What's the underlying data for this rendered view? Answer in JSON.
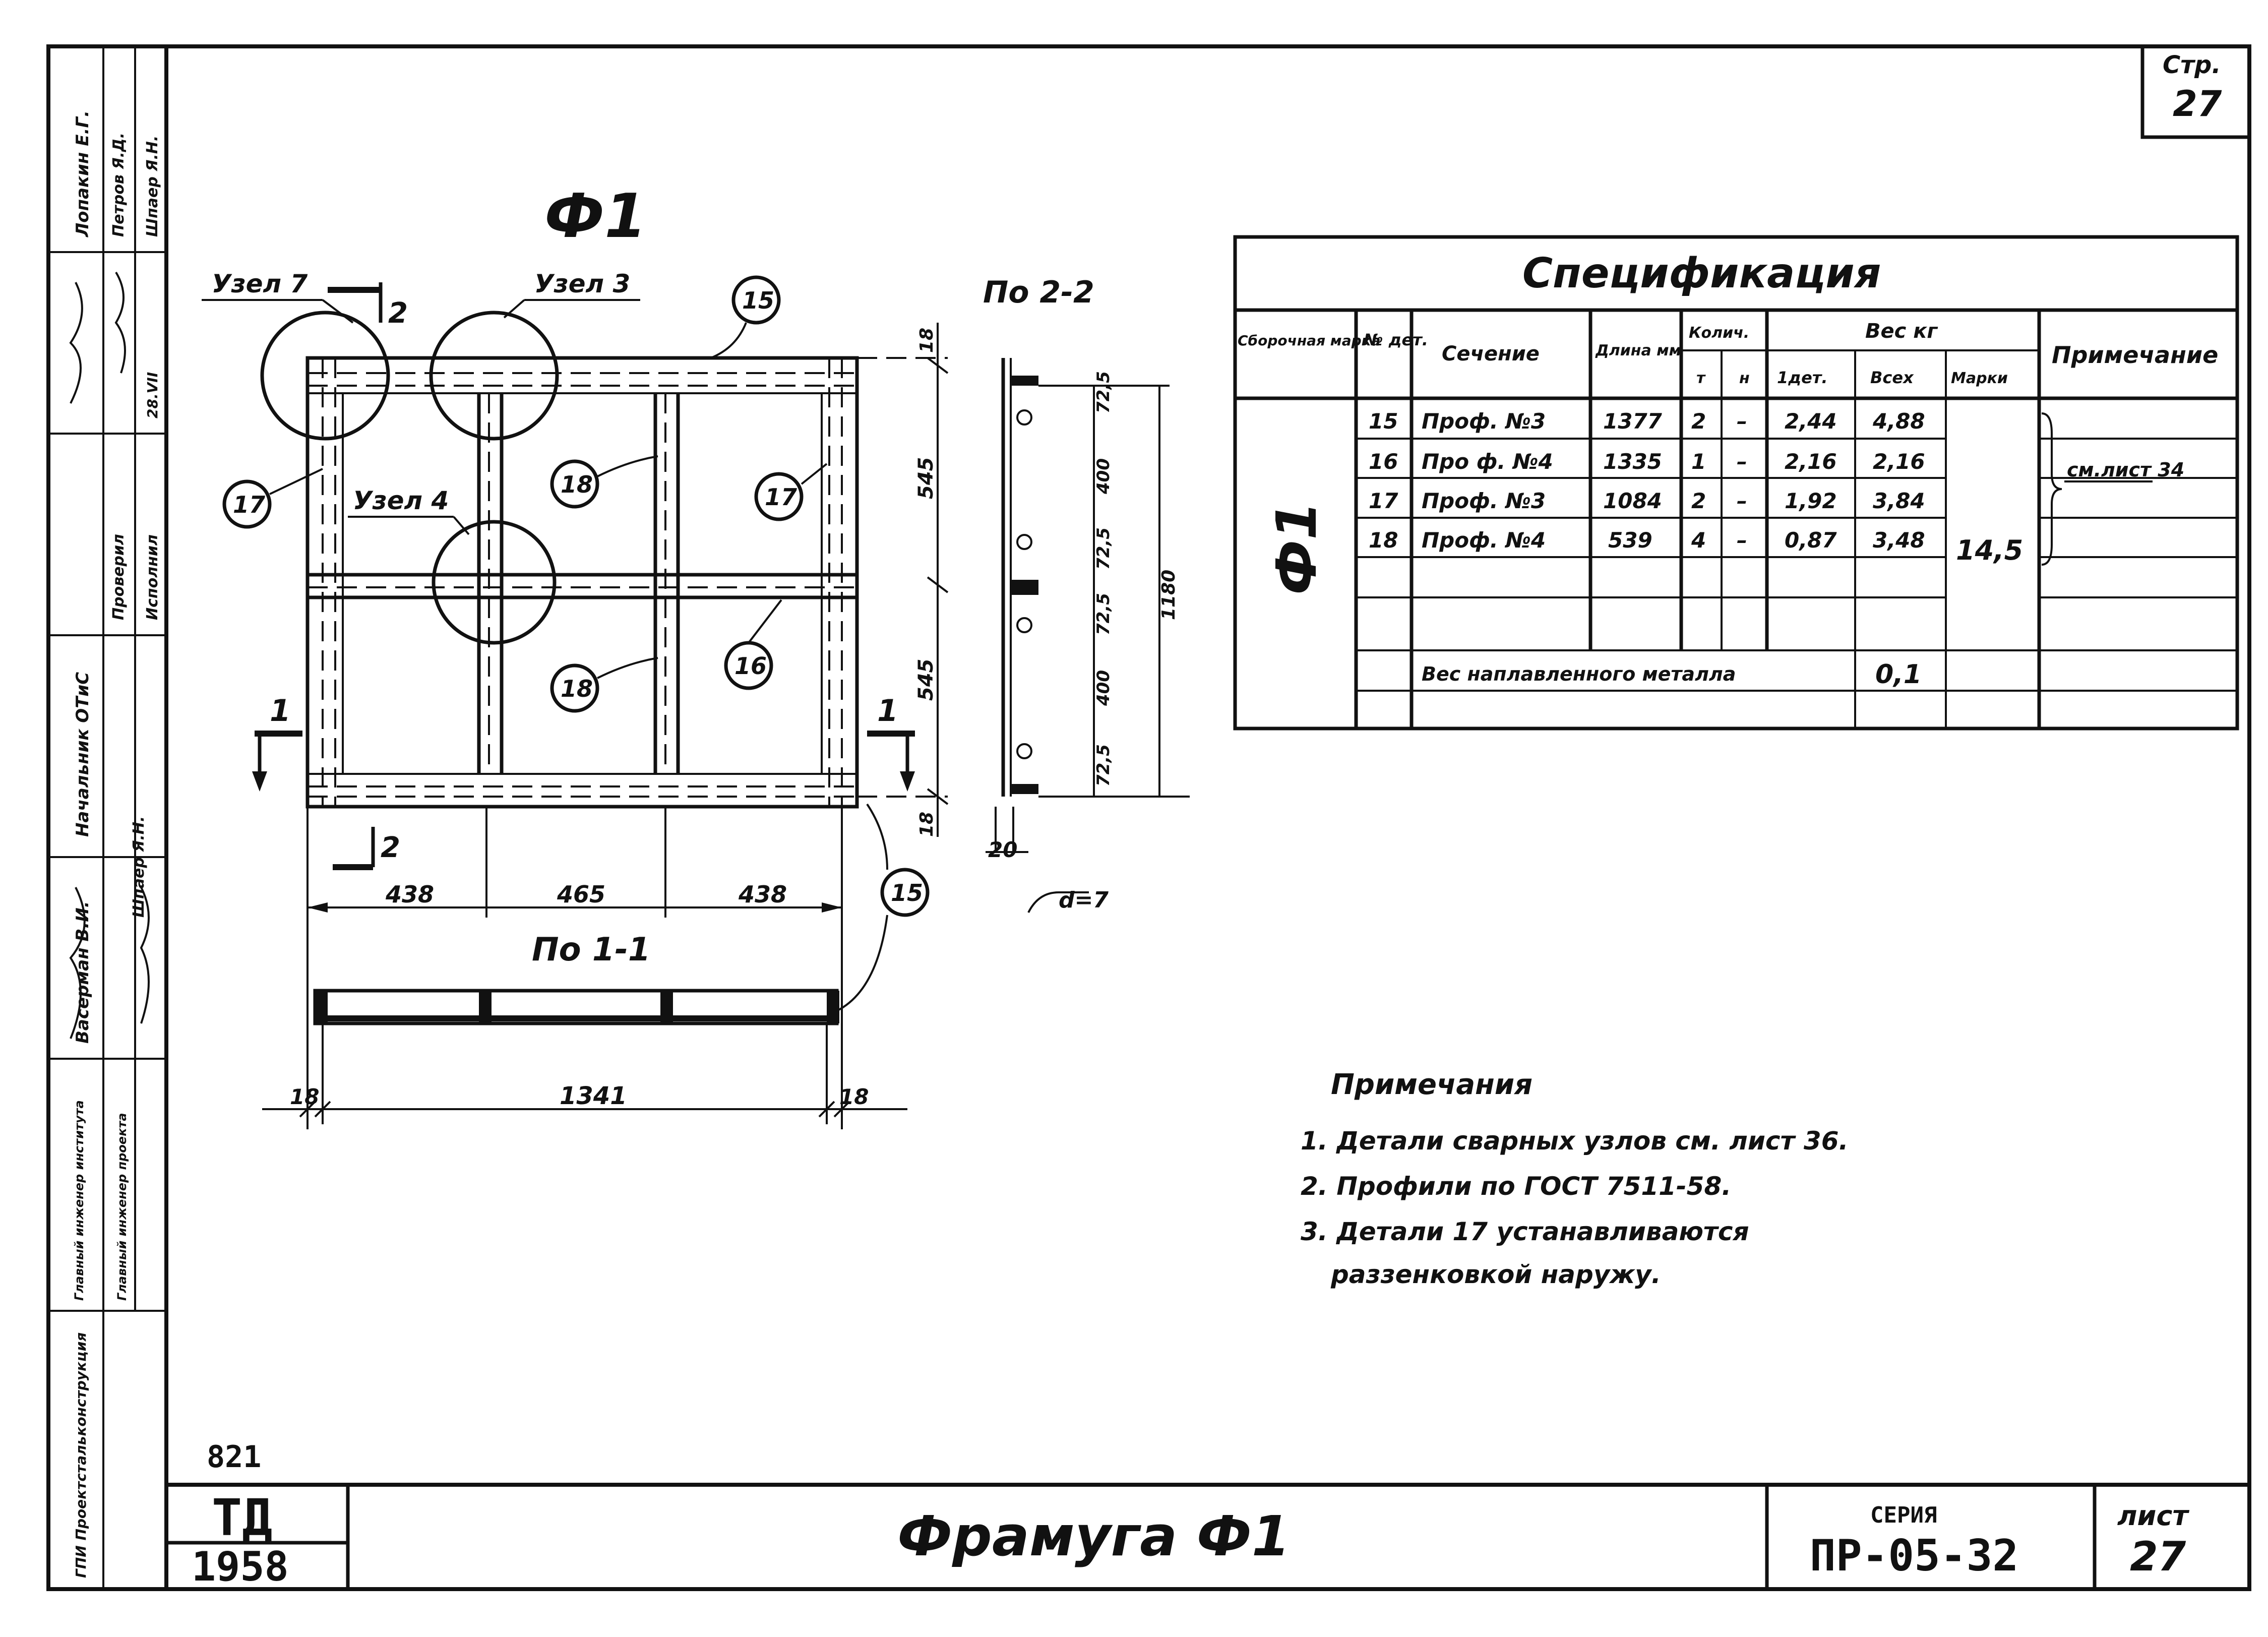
{
  "page": {
    "label": "Стр.",
    "number": "27"
  },
  "drawing": {
    "title": "Ф1",
    "node7": "Узел 7",
    "node3": "Узел 3",
    "node4": "Узел 4",
    "section22": "По 2-2",
    "section11": "По 1-1",
    "section_mark_1": "1",
    "section_mark_2": "2",
    "dims_horizontal": [
      "438",
      "465",
      "438"
    ],
    "dim_total": "1341",
    "dim_edge_left": "18",
    "dim_edge_right": "18",
    "dims_vertical": [
      "18",
      "545",
      "545",
      "18"
    ],
    "dims_section": [
      "72,5",
      "400",
      "72,5",
      "72,5",
      "400",
      "72,5"
    ],
    "dim_total_height": "1180",
    "dim_20": "20",
    "dim_d": "d=7",
    "callouts": [
      "15",
      "17",
      "18",
      "17",
      "18",
      "16",
      "15"
    ],
    "stamp_code": "821"
  },
  "spec": {
    "title": "Спецификация",
    "headers": {
      "mark": "Сборочная марка",
      "num": "№ дет.",
      "section": "Сечение",
      "length": "Длина мм",
      "qty": "Колич.",
      "qty_t": "т",
      "qty_n": "н",
      "weight": "Вес кг",
      "w_one": "1дет.",
      "w_all": "Всех",
      "w_mark": "Марки",
      "note": "Примечание"
    },
    "mark": "Ф1",
    "rows": [
      {
        "num": "15",
        "section": "Проф. №3",
        "length": "1377",
        "t": "2",
        "n": "–",
        "w1": "2,44",
        "wall": "4,88"
      },
      {
        "num": "16",
        "section": "Про ф. №4",
        "length": "1335",
        "t": "1",
        "n": "–",
        "w1": "2,16",
        "wall": "2,16"
      },
      {
        "num": "17",
        "section": "Проф. №3",
        "length": "1084",
        "t": "2",
        "n": "–",
        "w1": "1,92",
        "wall": "3,84"
      },
      {
        "num": "18",
        "section": "Проф. №4",
        "length": "539",
        "t": "4",
        "n": "–",
        "w1": "0,87",
        "wall": "3,48"
      }
    ],
    "mark_weight": "14,5",
    "note": "см.лист 34",
    "weld_label": "Вес наплавленного металла",
    "weld_value": "0,1"
  },
  "notes": {
    "title": "Примечания",
    "items": [
      "1. Детали сварных узлов см. лист 36.",
      "2. Профили по ГОСТ 7511-58.",
      "3. Детали 17 устанавливаются",
      "раззенковкой наружу."
    ]
  },
  "titleblock": {
    "org_top": "ТД",
    "year": "1958",
    "name": "Фрамуга  Ф1",
    "series_label": "СЕРИЯ",
    "series": "ПР-05-32",
    "sheet_label": "лист",
    "sheet": "27"
  },
  "sidebar": {
    "org": "ГПИ Проектстальконструкция",
    "cells": [
      "Лопакин Е.Г.",
      "Петров Я.Д.",
      "Шпаер Я.Н.",
      "Начальник ОТиС",
      "Проверил",
      "Исполнил",
      "Васерман В.И.",
      "Шпаер Я.Н.",
      "Главный инженер института",
      "Главный инженер проекта",
      "28.VII"
    ]
  }
}
